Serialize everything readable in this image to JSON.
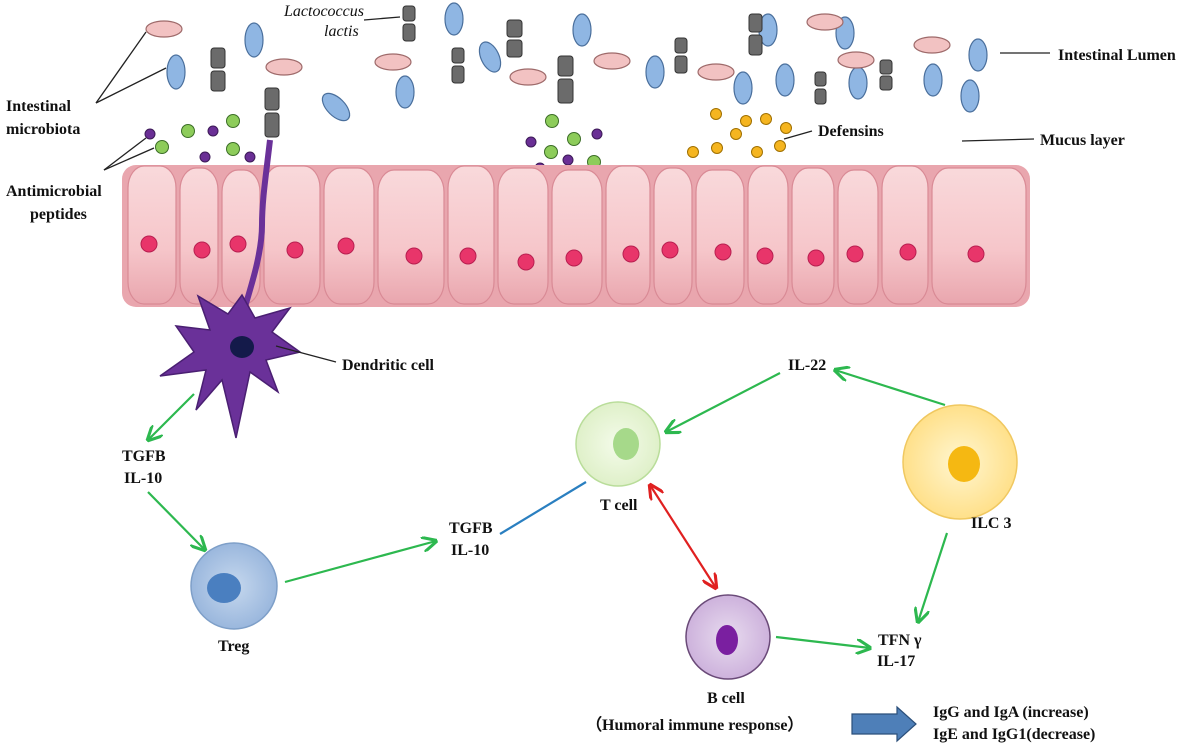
{
  "labels": {
    "lactococcus_line1": "Lactococcus",
    "lactococcus_line2": "lactis",
    "intestinal_lumen": "Intestinal Lumen",
    "microbiota_line1": "Intestinal",
    "microbiota_line2": "microbiota",
    "defensins": "Defensins",
    "mucus_layer": "Mucus layer",
    "amp_line1": "Antimicrobial",
    "amp_line2": "peptides",
    "dendritic_cell": "Dendritic cell",
    "tgfb_left": "TGFB",
    "il10_left": "IL-10",
    "treg": "Treg",
    "tgfb_mid": "TGFB",
    "il10_mid": "IL-10",
    "t_cell": "T cell",
    "il22": "IL-22",
    "ilc3": "ILC 3",
    "tfn_gamma": "TFN γ",
    "il17": "IL-17",
    "b_cell": "B cell",
    "humoral": "（Humoral immune response）",
    "igg_iga": "IgG and IgA (increase)",
    "ige_igg1": "IgE and IgG1(decrease)"
  },
  "colors": {
    "arrow_green": "#2db84f",
    "arrow_red": "#e02020",
    "line_blue": "#2a7fc0",
    "bacteria_blue": "#8fb6e3",
    "bacteria_pink": "#f2c2c2",
    "lactococcus_gray": "#6b6b6b",
    "amp_green": "#8dcc5a",
    "amp_purple": "#6a2f95",
    "defensin_yellow": "#f5b520",
    "epithelium_pink": "#f7cfd2",
    "nucleus_red": "#e8356a",
    "dendritic_purple": "#6a3199",
    "tcell_green": "#c9e8a6",
    "treg_blue": "#a9c3e2",
    "bcell_purple": "#d7c1e2",
    "ilc3_yellow": "#ffe79a",
    "big_arrow_blue": "#4e7fb8"
  }
}
